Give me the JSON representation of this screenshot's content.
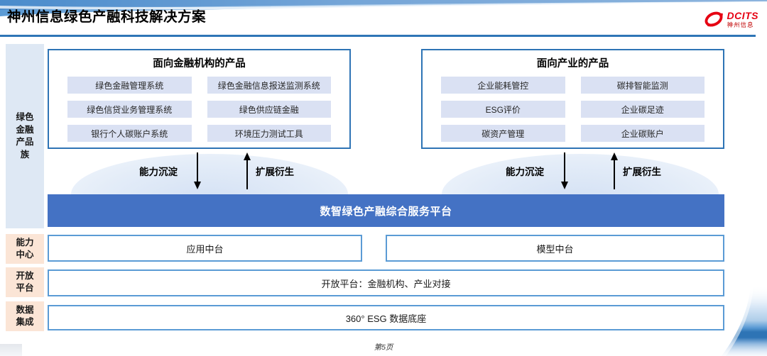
{
  "header": {
    "title": "神州信息绿色产融科技解决方案",
    "logo": {
      "brand": "DCITS",
      "brand_cn": "神州信息"
    }
  },
  "sidebar": {
    "product_family": "绿色金融产品族",
    "rows": [
      {
        "label": "能力中心"
      },
      {
        "label": "开放平台"
      },
      {
        "label": "数据集成"
      }
    ]
  },
  "boxes": [
    {
      "title": "面向金融机构的产品",
      "items": [
        "绿色金融管理系统",
        "绿色金融信息报送监测系统",
        "绿色信贷业务管理系统",
        "绿色供应链金融",
        "银行个人碳账户系统",
        "环境压力测试工具"
      ]
    },
    {
      "title": "面向产业的产品",
      "items": [
        "企业能耗管控",
        "碳排智能监测",
        "ESG评价",
        "企业碳足迹",
        "碳资产管理",
        "企业碳账户"
      ]
    }
  ],
  "arrows": {
    "down_label": "能力沉淀",
    "up_label": "扩展衍生"
  },
  "platform_bar": "数智绿色产融综合服务平台",
  "rows": {
    "capability_left": "应用中台",
    "capability_right": "模型中台",
    "open_platform": "开放平台：金融机构、产业对接",
    "data_base": "360° ESG 数据底座"
  },
  "footer": {
    "page": "第5页"
  },
  "colors": {
    "accent_blue": "#2e75b6",
    "bar_blue": "#4472c4",
    "row_border_blue": "#5b9bd5",
    "chip_fill": "#dae1f3",
    "rail_fill": "#dee8f4",
    "peach_fill": "#fbe5d6",
    "logo_red": "#e60012"
  }
}
